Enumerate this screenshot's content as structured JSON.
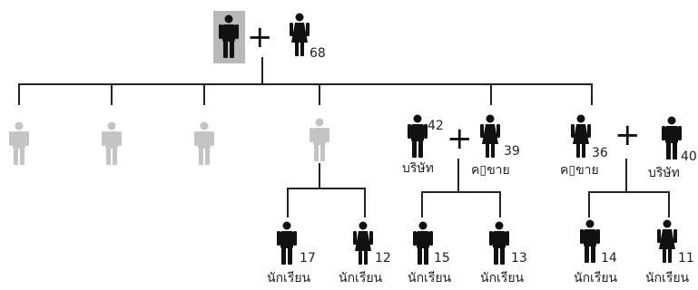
{
  "diagram": {
    "plus_symbol": "+",
    "colors": {
      "line": "#222222",
      "person_dark": "#111111",
      "person_faded": "#c4c4c4",
      "highlight_bg": "#b9b9b9"
    },
    "people": [
      {
        "id": "father",
        "gender": "male",
        "style": "dark",
        "age": "",
        "occupation": "",
        "highlighted": true
      },
      {
        "id": "mother",
        "gender": "female",
        "style": "dark",
        "age": "68",
        "occupation": ""
      },
      {
        "id": "child-1",
        "gender": "male",
        "style": "faded",
        "age": "",
        "occupation": ""
      },
      {
        "id": "child-2",
        "gender": "male",
        "style": "faded",
        "age": "",
        "occupation": ""
      },
      {
        "id": "child-3",
        "gender": "male",
        "style": "faded",
        "age": "",
        "occupation": ""
      },
      {
        "id": "child-4",
        "gender": "male",
        "style": "faded",
        "age": "",
        "occupation": ""
      },
      {
        "id": "child-5",
        "gender": "male",
        "style": "dark",
        "age": "42",
        "occupation": "บริษัท"
      },
      {
        "id": "spouse-5",
        "gender": "female",
        "style": "dark",
        "age": "39",
        "occupation": "ค▯ขาย"
      },
      {
        "id": "child-6",
        "gender": "female",
        "style": "dark",
        "age": "36",
        "occupation": "ค▯ขาย"
      },
      {
        "id": "spouse-6",
        "gender": "male",
        "style": "dark",
        "age": "40",
        "occupation": "บริษัท"
      },
      {
        "id": "gc-1",
        "gender": "male",
        "style": "dark",
        "age": "17",
        "occupation": "นักเรียน"
      },
      {
        "id": "gc-2",
        "gender": "female",
        "style": "dark",
        "age": "12",
        "occupation": "นักเรียน"
      },
      {
        "id": "gc-3",
        "gender": "male",
        "style": "dark",
        "age": "15",
        "occupation": "นักเรียน"
      },
      {
        "id": "gc-4",
        "gender": "male",
        "style": "dark",
        "age": "13",
        "occupation": "นักเรียน"
      },
      {
        "id": "gc-5",
        "gender": "male",
        "style": "dark",
        "age": "14",
        "occupation": "นักเรียน"
      },
      {
        "id": "gc-6",
        "gender": "female",
        "style": "dark",
        "age": "11",
        "occupation": "นักเรียน"
      }
    ]
  }
}
